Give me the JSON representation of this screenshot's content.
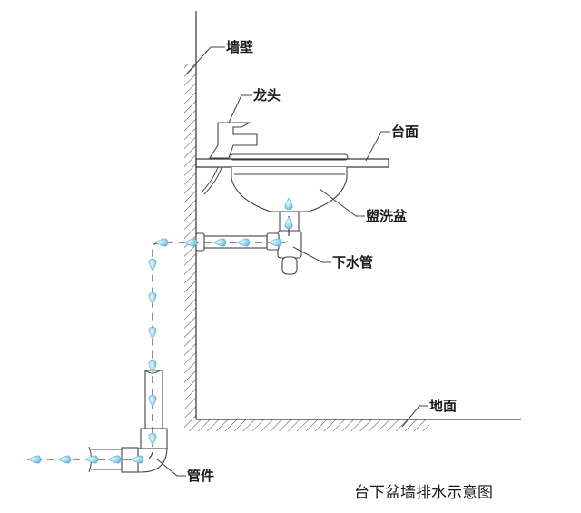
{
  "diagram": {
    "title": "台下盆墙排水示意图",
    "labels": {
      "wall": "墙壁",
      "faucet": "龙头",
      "countertop": "台面",
      "basin": "盥洗盆",
      "drain_pipe": "下水管",
      "floor": "地面",
      "fitting": "管件"
    },
    "colors": {
      "line": "#333333",
      "water_drop": "#8fd0ea",
      "water_drop_edge": "#4aa8cf",
      "hatch": "#555555"
    },
    "flow_direction": "basin → drain pipe → through wall → down → elbow fitting → out left"
  }
}
